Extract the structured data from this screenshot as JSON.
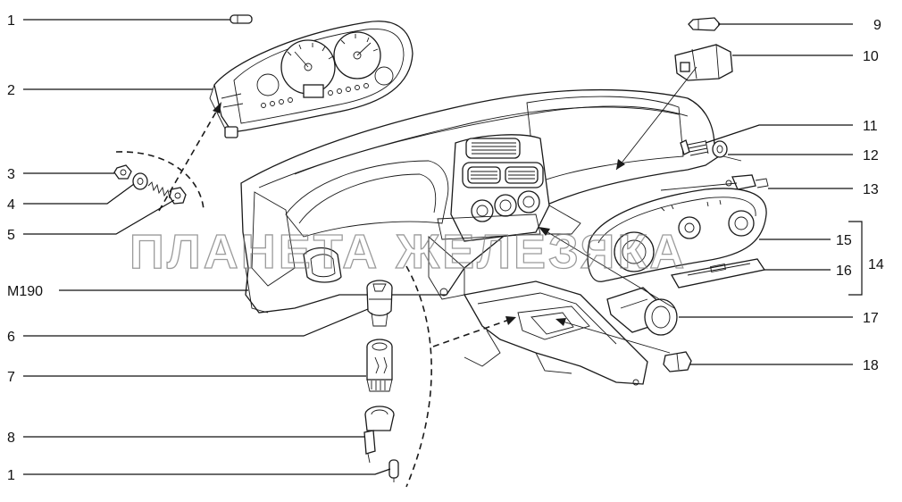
{
  "watermark": "ПЛАНЕТА ЖЕЛЕЗЯКА",
  "callouts": {
    "c1_top": "1",
    "c2": "2",
    "c3": "3",
    "c4": "4",
    "c5": "5",
    "m190": "M190",
    "c6": "6",
    "c7": "7",
    "c8": "8",
    "c1_bottom": "1",
    "c9": "9",
    "c10": "10",
    "c11": "11",
    "c12": "12",
    "c13": "13",
    "c14": "14",
    "c15": "15",
    "c16": "16",
    "c17": "17",
    "c18": "18"
  },
  "colors": {
    "line": "#1a1a1a",
    "background": "#ffffff",
    "watermark": "#7a7a7a"
  }
}
